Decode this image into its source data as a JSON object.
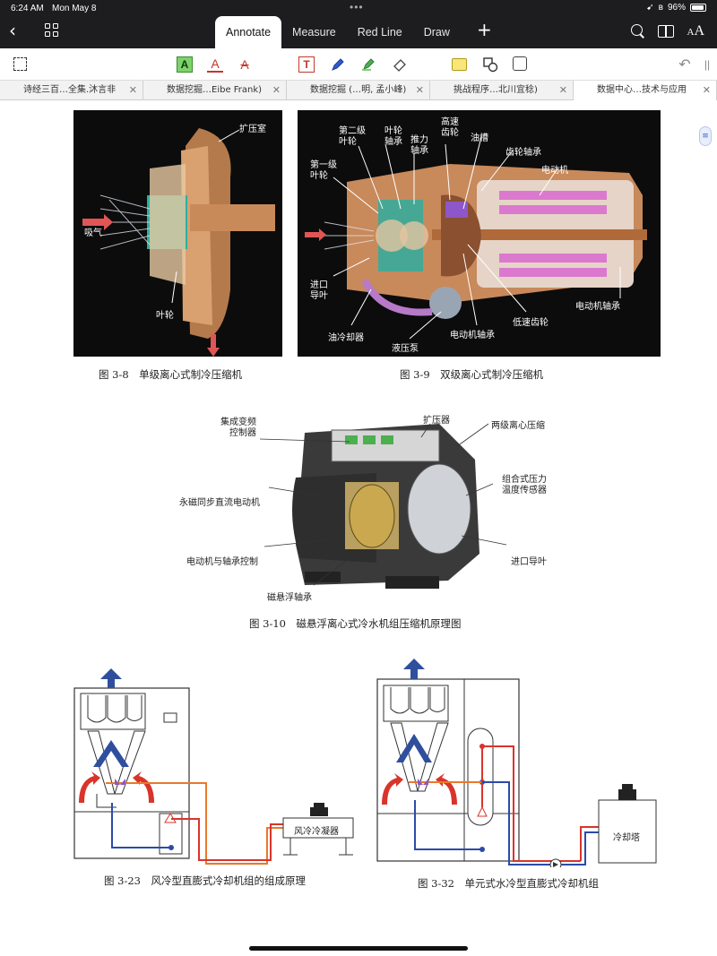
{
  "status_bar": {
    "time": "6:24 AM",
    "date": "Mon May 8",
    "battery": "96%"
  },
  "mode_tabs": [
    {
      "label": "Annotate",
      "active": true
    },
    {
      "label": "Measure",
      "active": false
    },
    {
      "label": "Red Line",
      "active": false
    },
    {
      "label": "Draw",
      "active": false
    }
  ],
  "toolbar": {
    "highlight_letter": "A",
    "underline_letter": "A",
    "strike_letter": "A",
    "text_letter": "T"
  },
  "doc_tabs": [
    {
      "label": "诗经三百…全集.沐言非",
      "active": false
    },
    {
      "label": "数据挖掘…Eibe Frank)",
      "active": false
    },
    {
      "label": "数据挖掘 (…明, 孟小峰)",
      "active": false
    },
    {
      "label": "挑战程序…北川宜稔)",
      "active": false
    },
    {
      "label": "数据中心…技术与应用",
      "active": true
    }
  ],
  "figures": {
    "fig_3_8": {
      "caption": "图 3-8　单级离心式制冷压缩机",
      "labels": {
        "diffuser": "扩压室",
        "intake": "吸气",
        "impeller": "叶轮"
      }
    },
    "fig_3_9": {
      "caption": "图 3-9　双级离心式制冷压缩机",
      "labels": {
        "stage2_impeller": "第二级\n叶轮",
        "impeller_bearing": "叶轮\n轴承",
        "thrust_bearing": "推力\n轴承",
        "high_speed_gear": "高速\n齿轮",
        "oil_sump": "油槽",
        "gear_bearing": "齿轮轴承",
        "motor": "电动机",
        "stage1_impeller": "第一级\n叶轮",
        "inlet_guide_vane": "进口\n导叶",
        "oil_cooler": "油冷却器",
        "hydraulic_pump": "液压泵",
        "motor_bearing_bottom": "电动机轴承",
        "low_speed_gear": "低速齿轮",
        "motor_bearing_right": "电动机轴承"
      }
    },
    "fig_3_10": {
      "caption": "图 3-10　磁悬浮离心式冷水机组压缩机原理图",
      "labels": {
        "inverter": "集成变频\n控制器",
        "diffuser": "扩压器",
        "two_stage": "两级离心压缩",
        "pm_motor": "永磁同步直流电动机",
        "sensor": "组合式压力\n温度传感器",
        "motor_bearing_ctrl": "电动机与轴承控制",
        "inlet_guide_vane": "进口导叶",
        "maglev_bearing": "磁悬浮轴承"
      }
    },
    "fig_3_23": {
      "caption": "图 3-23　风冷型直膨式冷却机组的组成原理",
      "labels": {
        "condenser": "风冷冷凝器"
      }
    },
    "fig_3_32": {
      "caption": "图 3-32　单元式水冷型直膨式冷却机组",
      "labels": {
        "tower": "冷却塔"
      }
    }
  },
  "colors": {
    "chrome": "#1d1d1f",
    "pipe_red": "#d9342b",
    "pipe_blue": "#2d4aa8",
    "pipe_orange": "#e8792b",
    "arrow_blue": "#2f4f9e"
  }
}
